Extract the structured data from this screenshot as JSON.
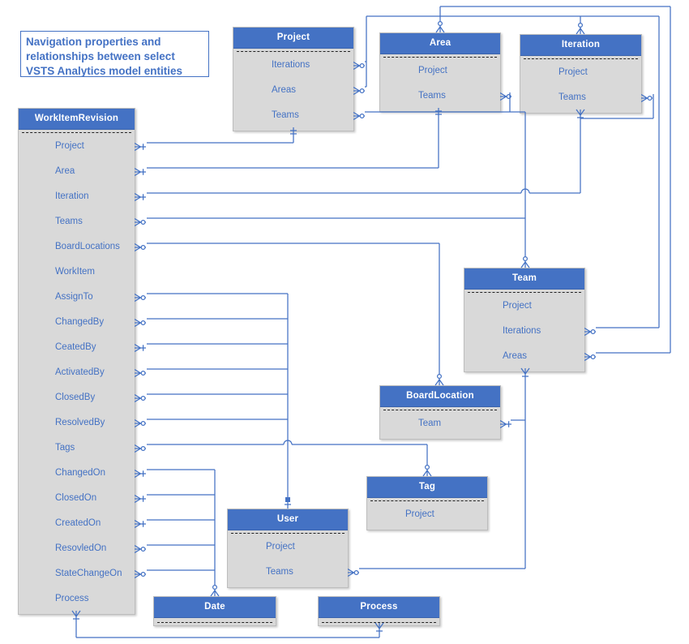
{
  "diagram_title": "Navigation properties and relationships between select VSTS Analytics model entities",
  "colors": {
    "accent": "#4472C4",
    "entity_header": "#4472C4",
    "entity_body": "#D9D9D9",
    "connector": "#4472C4",
    "label_text": "#4472C4"
  },
  "legend": {
    "crowfoot_circle": "zero-or-many connector end",
    "crowfoot_tick": "one-or-many connector end"
  },
  "entities": [
    {
      "name": "Project",
      "fields": [
        "Iterations",
        "Areas",
        "Teams"
      ]
    },
    {
      "name": "Area",
      "fields": [
        "Project",
        "Teams"
      ]
    },
    {
      "name": "Iteration",
      "fields": [
        "Project",
        "Teams"
      ]
    },
    {
      "name": "WorkItemRevision",
      "fields": [
        "Project",
        "Area",
        "Iteration",
        "Teams",
        "BoardLocations",
        "WorkItem",
        "AssignTo",
        "ChangedBy",
        "CeatedBy",
        "ActivatedBy",
        "ClosedBy",
        "ResolvedBy",
        "Tags",
        "ChangedOn",
        "ClosedOn",
        "CreatedOn",
        "ResovledOn",
        "StateChangeOn",
        "Process"
      ]
    },
    {
      "name": "Team",
      "fields": [
        "Project",
        "Iterations",
        "Areas"
      ]
    },
    {
      "name": "BoardLocation",
      "fields": [
        "Team"
      ]
    },
    {
      "name": "Tag",
      "fields": [
        "Project"
      ]
    },
    {
      "name": "User",
      "fields": [
        "Project",
        "Teams"
      ]
    },
    {
      "name": "Date",
      "fields": []
    },
    {
      "name": "Process",
      "fields": []
    }
  ]
}
